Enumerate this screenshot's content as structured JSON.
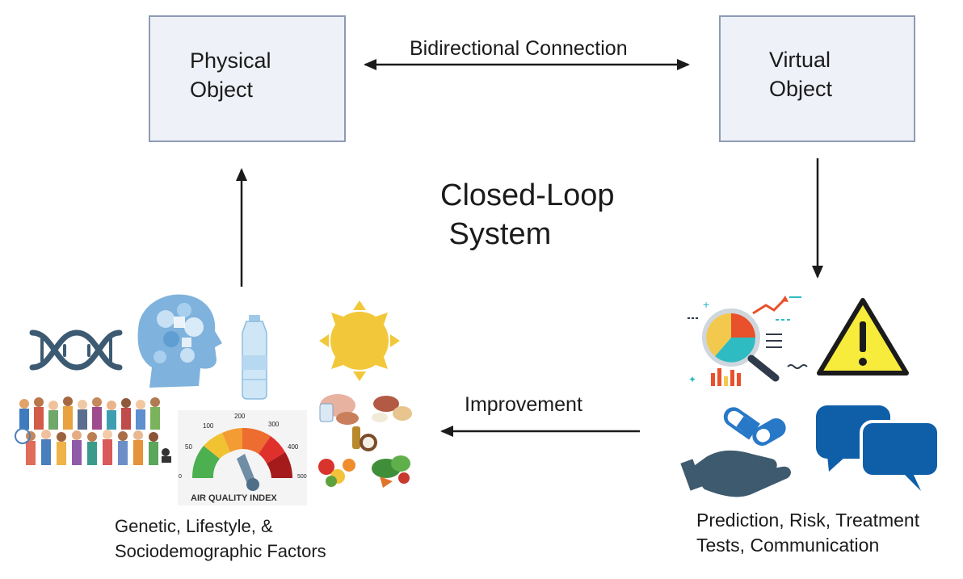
{
  "physical_object": {
    "label": "Physical\nObject"
  },
  "virtual_object": {
    "label": "Virtual\nObject"
  },
  "connection": {
    "label": "Bidirectional Connection"
  },
  "center": {
    "label": "Closed-Loop\n System"
  },
  "improvement": {
    "label": "Improvement"
  },
  "factors": {
    "label": "Genetic, Lifestyle, &\nSociodemographic Factors"
  },
  "outcomes": {
    "label": "Prediction, Risk, Treatment\nTests, Communication"
  },
  "air_quality": {
    "title": "AIR QUALITY INDEX",
    "ticks": [
      "0",
      "50",
      "100",
      "200",
      "300",
      "400",
      "500"
    ]
  },
  "icons": [
    "dna-icon",
    "brain-puzzle-icon",
    "water-bottle-icon",
    "sun-icon",
    "crowd-icon",
    "air-quality-gauge-icon",
    "food-icon",
    "analytics-magnifier-icon",
    "warning-icon",
    "hand-pills-icon",
    "chat-bubbles-icon"
  ],
  "colors": {
    "box_fill": "#eef1f7",
    "box_border": "#8e9bb5",
    "arrow": "#1b1b1b",
    "icon_blue": "#0f5ea8"
  }
}
